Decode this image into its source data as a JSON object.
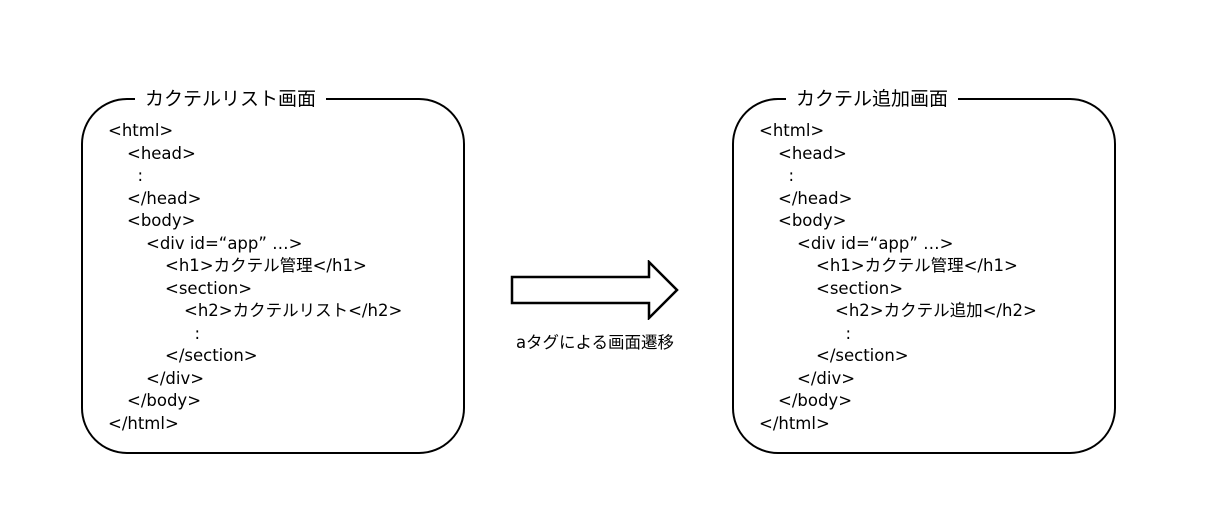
{
  "left_panel": {
    "title": "カクテルリスト画面",
    "lines": [
      {
        "indent": 0,
        "text": "<html>"
      },
      {
        "indent": 1,
        "text": "<head>"
      },
      {
        "indent": 1,
        "text": "  :"
      },
      {
        "indent": 1,
        "text": "</head>"
      },
      {
        "indent": 1,
        "text": "<body>"
      },
      {
        "indent": 2,
        "text": "<div id=“app” …>"
      },
      {
        "indent": 3,
        "text": "<h1>カクテル管理</h1>"
      },
      {
        "indent": 3,
        "text": "<section>"
      },
      {
        "indent": 4,
        "text": "<h2>カクテルリスト</h2>"
      },
      {
        "indent": 4,
        "text": "  :"
      },
      {
        "indent": 3,
        "text": "</section>"
      },
      {
        "indent": 2,
        "text": "</div>"
      },
      {
        "indent": 1,
        "text": "</body>"
      },
      {
        "indent": 0,
        "text": "</html>"
      }
    ]
  },
  "right_panel": {
    "title": "カクテル追加画面",
    "lines": [
      {
        "indent": 0,
        "text": "<html>"
      },
      {
        "indent": 1,
        "text": "<head>"
      },
      {
        "indent": 1,
        "text": "  :"
      },
      {
        "indent": 1,
        "text": "</head>"
      },
      {
        "indent": 1,
        "text": "<body>"
      },
      {
        "indent": 2,
        "text": "<div id=“app” …>"
      },
      {
        "indent": 3,
        "text": "<h1>カクテル管理</h1>"
      },
      {
        "indent": 3,
        "text": "<section>"
      },
      {
        "indent": 4,
        "text": "<h2>カクテル追加</h2>"
      },
      {
        "indent": 4,
        "text": "  :"
      },
      {
        "indent": 3,
        "text": "</section>"
      },
      {
        "indent": 2,
        "text": "</div>"
      },
      {
        "indent": 1,
        "text": "</body>"
      },
      {
        "indent": 0,
        "text": "</html>"
      }
    ]
  },
  "transition": {
    "caption": "aタグによる画面遷移"
  }
}
